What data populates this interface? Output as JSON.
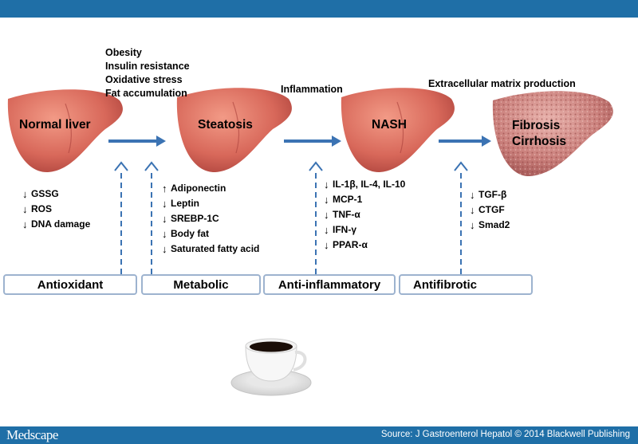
{
  "footer": {
    "logo": "Medscape",
    "source": "Source: J Gastroenterol Hepatol © 2014 Blackwell Publishing"
  },
  "stages": [
    {
      "id": "normal",
      "name": "Normal liver"
    },
    {
      "id": "steatosis",
      "name": "Steatosis"
    },
    {
      "id": "nash",
      "name": "NASH"
    },
    {
      "id": "fibrosis",
      "name_line1": "Fibrosis",
      "name_line2": "Cirrhosis"
    }
  ],
  "drivers": {
    "steatosis": [
      "Obesity",
      "Insulin resistance",
      "Oxidative stress",
      "Fat accumulation"
    ],
    "nash": "Inflammation",
    "fibrosis": "Extracellular matrix  production"
  },
  "effects": {
    "antioxidant": [
      {
        "dir": "↓",
        "text": "GSSG"
      },
      {
        "dir": "↓",
        "text": "ROS"
      },
      {
        "dir": "↓",
        "text": " DNA damage"
      }
    ],
    "metabolic": [
      {
        "dir": "↑",
        "text": " Adiponectin"
      },
      {
        "dir": "↓",
        "text": "Leptin"
      },
      {
        "dir": "↓",
        "text": " SREBP-1C"
      },
      {
        "dir": "↓",
        "text": "Body fat"
      },
      {
        "dir": "↓",
        "text": "Saturated fatty acid"
      }
    ],
    "anti_inflammatory": [
      {
        "dir": "↓",
        "text": "IL-1β, IL-4, IL-10"
      },
      {
        "dir": "↓",
        "text": "MCP-1"
      },
      {
        "dir": "↓",
        "text": "TNF-α"
      },
      {
        "dir": "↓",
        "text": "IFN-γ"
      },
      {
        "dir": "↓",
        "text": "PPAR-α"
      }
    ],
    "antifibrotic": [
      {
        "dir": "↓",
        "text": "TGF-β"
      },
      {
        "dir": "↓",
        "text": "CTGF"
      },
      {
        "dir": "↓",
        "text": " Smad2"
      }
    ]
  },
  "categories": {
    "antioxidant": "Antioxidant",
    "metabolic": "Metabolic",
    "anti_inflammatory": "Anti-inflammatory",
    "antifibrotic": "Antifibrotic"
  },
  "colors": {
    "banner": "#1f6fa7",
    "liver": "#d8685a",
    "fibrotic_liver": "#c97e7a",
    "arrow": "#3b73b3",
    "box_border": "#9db3cf"
  },
  "icons": {
    "coffee": "coffee-cup-icon"
  }
}
